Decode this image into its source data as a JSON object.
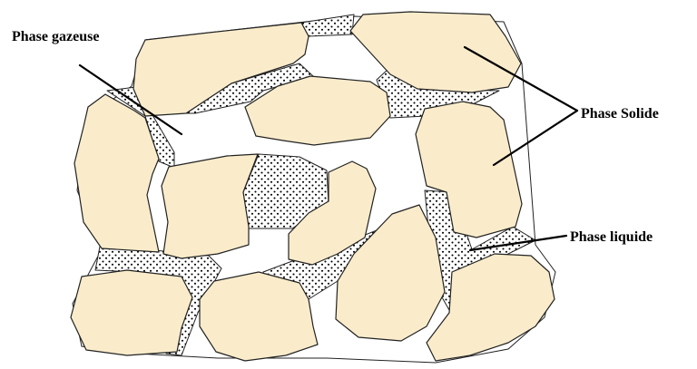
{
  "labels": {
    "gas": "Phase gazeuse",
    "solid": "Phase Solide",
    "liquid": "Phase liquide"
  },
  "colors": {
    "solid_fill": "#faeccb",
    "liquid_fill": "#ffffff",
    "liquid_dots": "#000000",
    "gas_fill": "#ffffff",
    "outline": "#222222"
  }
}
